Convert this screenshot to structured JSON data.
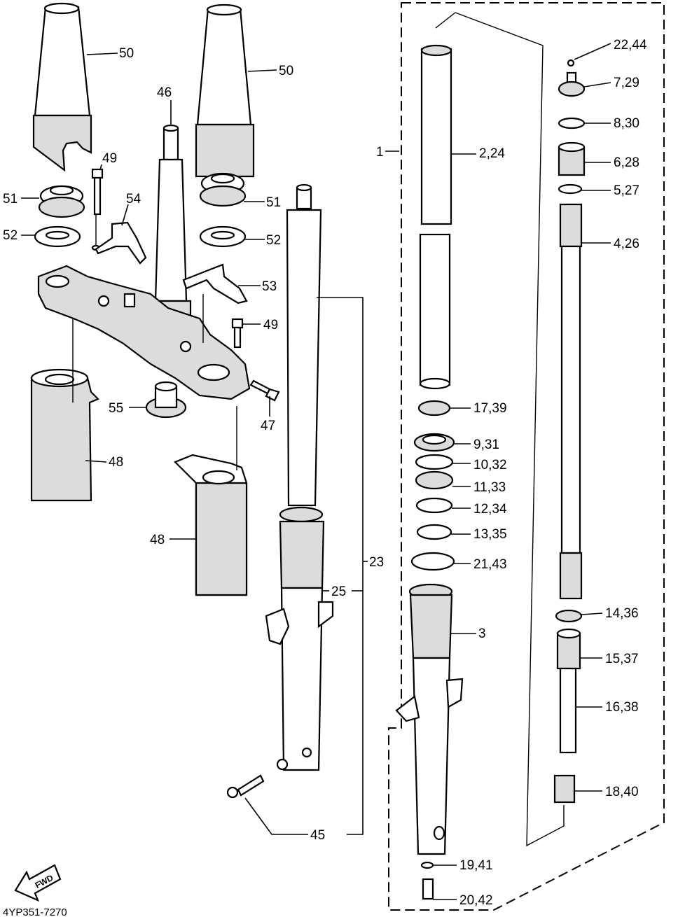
{
  "labels": {
    "p50a": "50",
    "p50b": "50",
    "p46": "46",
    "p49a": "49",
    "p54": "54",
    "p51a": "51",
    "p51b": "51",
    "p52a": "52",
    "p52b": "52",
    "p53": "53",
    "p49b": "49",
    "p55": "55",
    "p47": "47",
    "p48a": "48",
    "p48b": "48",
    "p23": "23",
    "p25": "25",
    "p45": "45",
    "p1": "1",
    "p2_24": "2,24",
    "p3": "3",
    "p22_44": "22,44",
    "p7_29": "7,29",
    "p8_30": "8,30",
    "p6_28": "6,28",
    "p5_27": "5,27",
    "p4_26": "4,26",
    "p17_39": "17,39",
    "p9_31": "9,31",
    "p10_32": "10,32",
    "p11_33": "11,33",
    "p12_34": "12,34",
    "p13_35": "13,35",
    "p21_43": "21,43",
    "p14_36": "14,36",
    "p15_37": "15,37",
    "p16_38": "16,38",
    "p18_40": "18,40",
    "p19_41": "19,41",
    "p20_42": "20,42"
  },
  "fwd": "FWD",
  "code": "4YP351-7270"
}
